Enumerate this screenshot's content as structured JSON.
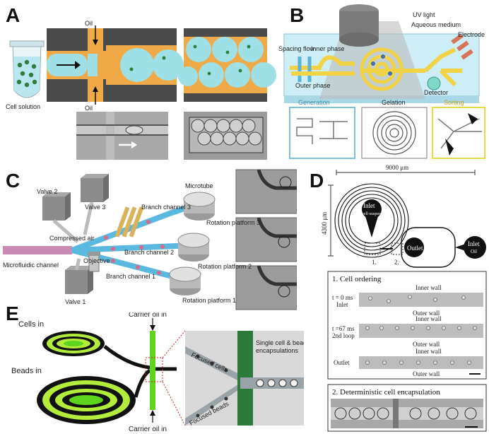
{
  "panels": {
    "A": {
      "label": "A",
      "cell_solution": "Cell solution",
      "oil_top": "Oil",
      "oil_bottom": "Oil"
    },
    "B": {
      "label": "B",
      "uv_light": "UV light",
      "aqueous_medium": "Aqueous medium",
      "electrode": "Electrode",
      "spacing_flow": "Spacing flow",
      "inner_phase": "Inner phase",
      "outer_phase": "Outer phase",
      "detector": "Detector",
      "generation": "Generation",
      "gelation": "Gelation",
      "sorting": "Sorting"
    },
    "C": {
      "label": "C",
      "valve2": "Valve 2",
      "valve3": "Valve 3",
      "valve1": "Valve 1",
      "compressed_air": "Compressed air",
      "microfluidic_channel": "Microfluidic channel",
      "objective": "Objective",
      "branch3": "Branch channel 3",
      "branch2": "Branch channel 2",
      "branch1": "Branch channel 1",
      "microtube": "Microtube",
      "rot3": "Rotation platform 3",
      "rot2": "Rotation platform 2",
      "rot1": "Rotation platform 1"
    },
    "D": {
      "label": "D",
      "width_dim": "9000 μm",
      "height_dim": "4300 μm",
      "inlet_cell": "Inlet",
      "inlet_cell_sub": "cell-suspension",
      "outlet": "Outlet",
      "inlet_oil": "Inlet",
      "inlet_oil_sub": "Oil",
      "mark1": "1.",
      "mark2": "2.",
      "section1_title": "1. Cell ordering",
      "inner_wall": "Inner wall",
      "outer_wall": "Outer wall",
      "t0": "t = 0 ms",
      "t0_sub": "Inlet",
      "t67": "t =67 ms",
      "t67_sub": "2nd loop",
      "outlet_row": "Outlet",
      "section2_title": "2. Deterministic cell encapsulation"
    },
    "E": {
      "label": "E",
      "cells_in": "Cells in",
      "beads_in": "Beads in",
      "carrier_oil_top": "Carrier oil in",
      "carrier_oil_bottom": "Carrier oil in",
      "focused_cells": "Focused cells",
      "focused_beads": "Focused beads",
      "single_cell": "Single cell & bead",
      "encapsulations": "encapsulations"
    }
  }
}
